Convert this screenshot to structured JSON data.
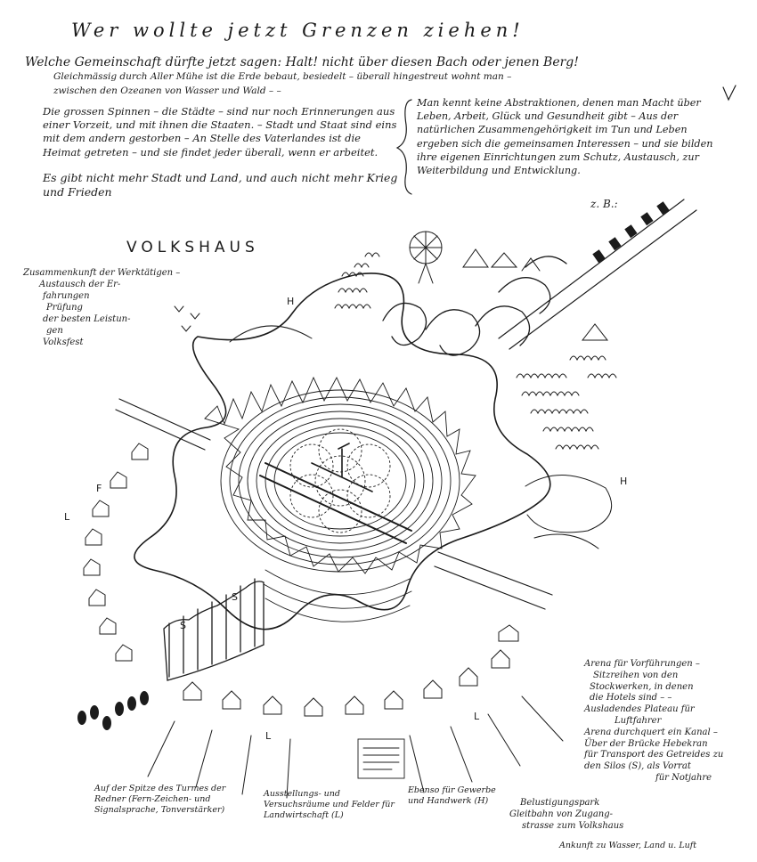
{
  "sheet": {
    "title": "Wer wollte jetzt Grenzen ziehen!",
    "line1": "Welche Gemeinschaft dürfte jetzt sagen: Halt! nicht über diesen Bach oder jenen Berg!",
    "line2": "Gleichmässig durch Aller Mühe ist die Erde bebaut, besiedelt – überall hingestreut wohnt man –",
    "line3": "zwischen den Ozeanen von Wasser und Wald – –",
    "left_paragraph": "Die grossen Spinnen – die Städte – sind nur noch Erinnerungen aus einer Vorzeit, und mit ihnen die Staaten. – Stadt und Staat sind eins mit dem andern gestorben – An Stelle des Vaterlandes ist die Heimat getreten – und sie findet jeder überall, wenn er arbeitet.",
    "left_paragraph_end": "Es gibt nicht mehr Stadt und Land, und auch nicht mehr Krieg und Frieden",
    "right_paragraph": "Man kennt keine Abstraktionen, denen man Macht über Leben, Arbeit, Glück und Gesundheit gibt – Aus der natürlichen Zusammengehörigkeit im Tun und Leben ergeben sich die gemeinsamen Interessen – und sie bilden ihre eigenen Einrichtungen zum Schutz, Austausch, zur Weiterbildung und Entwicklung.",
    "zb": "z. B.:"
  },
  "drawing": {
    "heading": "VOLKSHAUS",
    "legend": [
      "Zusammenkunft der Werktätigen –",
      "Austausch der Er-",
      "fahrungen",
      "Prüfung",
      "der besten Leistun-",
      "gen",
      "Volksfest"
    ],
    "marks": {
      "h": "H",
      "f": "F",
      "l": "L",
      "s": "S",
      "v": "V"
    },
    "right_labels": [
      "Arena für Vorführungen –",
      "Sitzreihen von den",
      "Stockwerken, in denen",
      "die Hotels sind – –",
      "Ausladendes Plateau für",
      "Luftfahrer",
      "Arena durchquert ein Kanal –",
      "Über der Brücke Hebekran",
      "für Transport des Getreides zu",
      "den Silos (S), als Vorrat",
      "für Notjahre"
    ],
    "fair_label": [
      "Belustigungspark",
      "Gleitbahn von Zugang-",
      "strasse zum Volkshaus"
    ],
    "bottom_right_label": "Ankunft zu Wasser, Land u. Luft",
    "bottom_labels": [
      "Auf der Spitze des Turmes der Redner (Fern-Zeichen- und Signalsprache, Tonverstärker)",
      "Ausstellungs- und Versuchsräume und Felder für Landwirtschaft (L)",
      "Ebenso für Gewerbe und Handwerk (H)"
    ]
  }
}
